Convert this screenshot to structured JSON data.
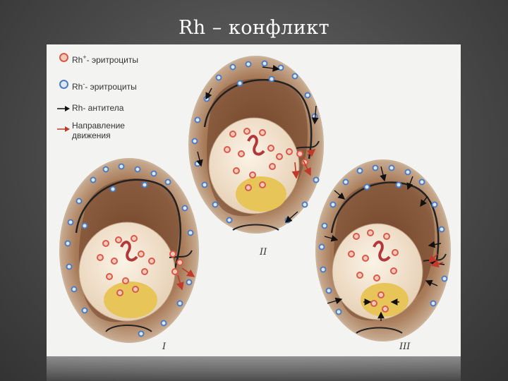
{
  "slide": {
    "title": "Rh – конфликт"
  },
  "legend": {
    "rh_pos_base": "Rh",
    "rh_pos_sup": "+",
    "rh_pos_text": "- эритроциты",
    "rh_neg_base": "Rh",
    "rh_neg_sup": "-",
    "rh_neg_text": "- эритроциты",
    "antibody_text": "Rh- антитела",
    "direction_line1": "Направление",
    "direction_line2": "движения"
  },
  "stages": {
    "one": "I",
    "two": "II",
    "three": "III"
  },
  "colors": {
    "rh_positive": "#d9594a",
    "rh_negative": "#4d7cc0",
    "amniotic": "#b58e6a",
    "background": "#f3f3f1"
  },
  "icons": [
    "rh-positive-erythrocyte-icon",
    "rh-negative-erythrocyte-icon",
    "antibody-arrow-icon",
    "movement-direction-arrow-icon"
  ]
}
